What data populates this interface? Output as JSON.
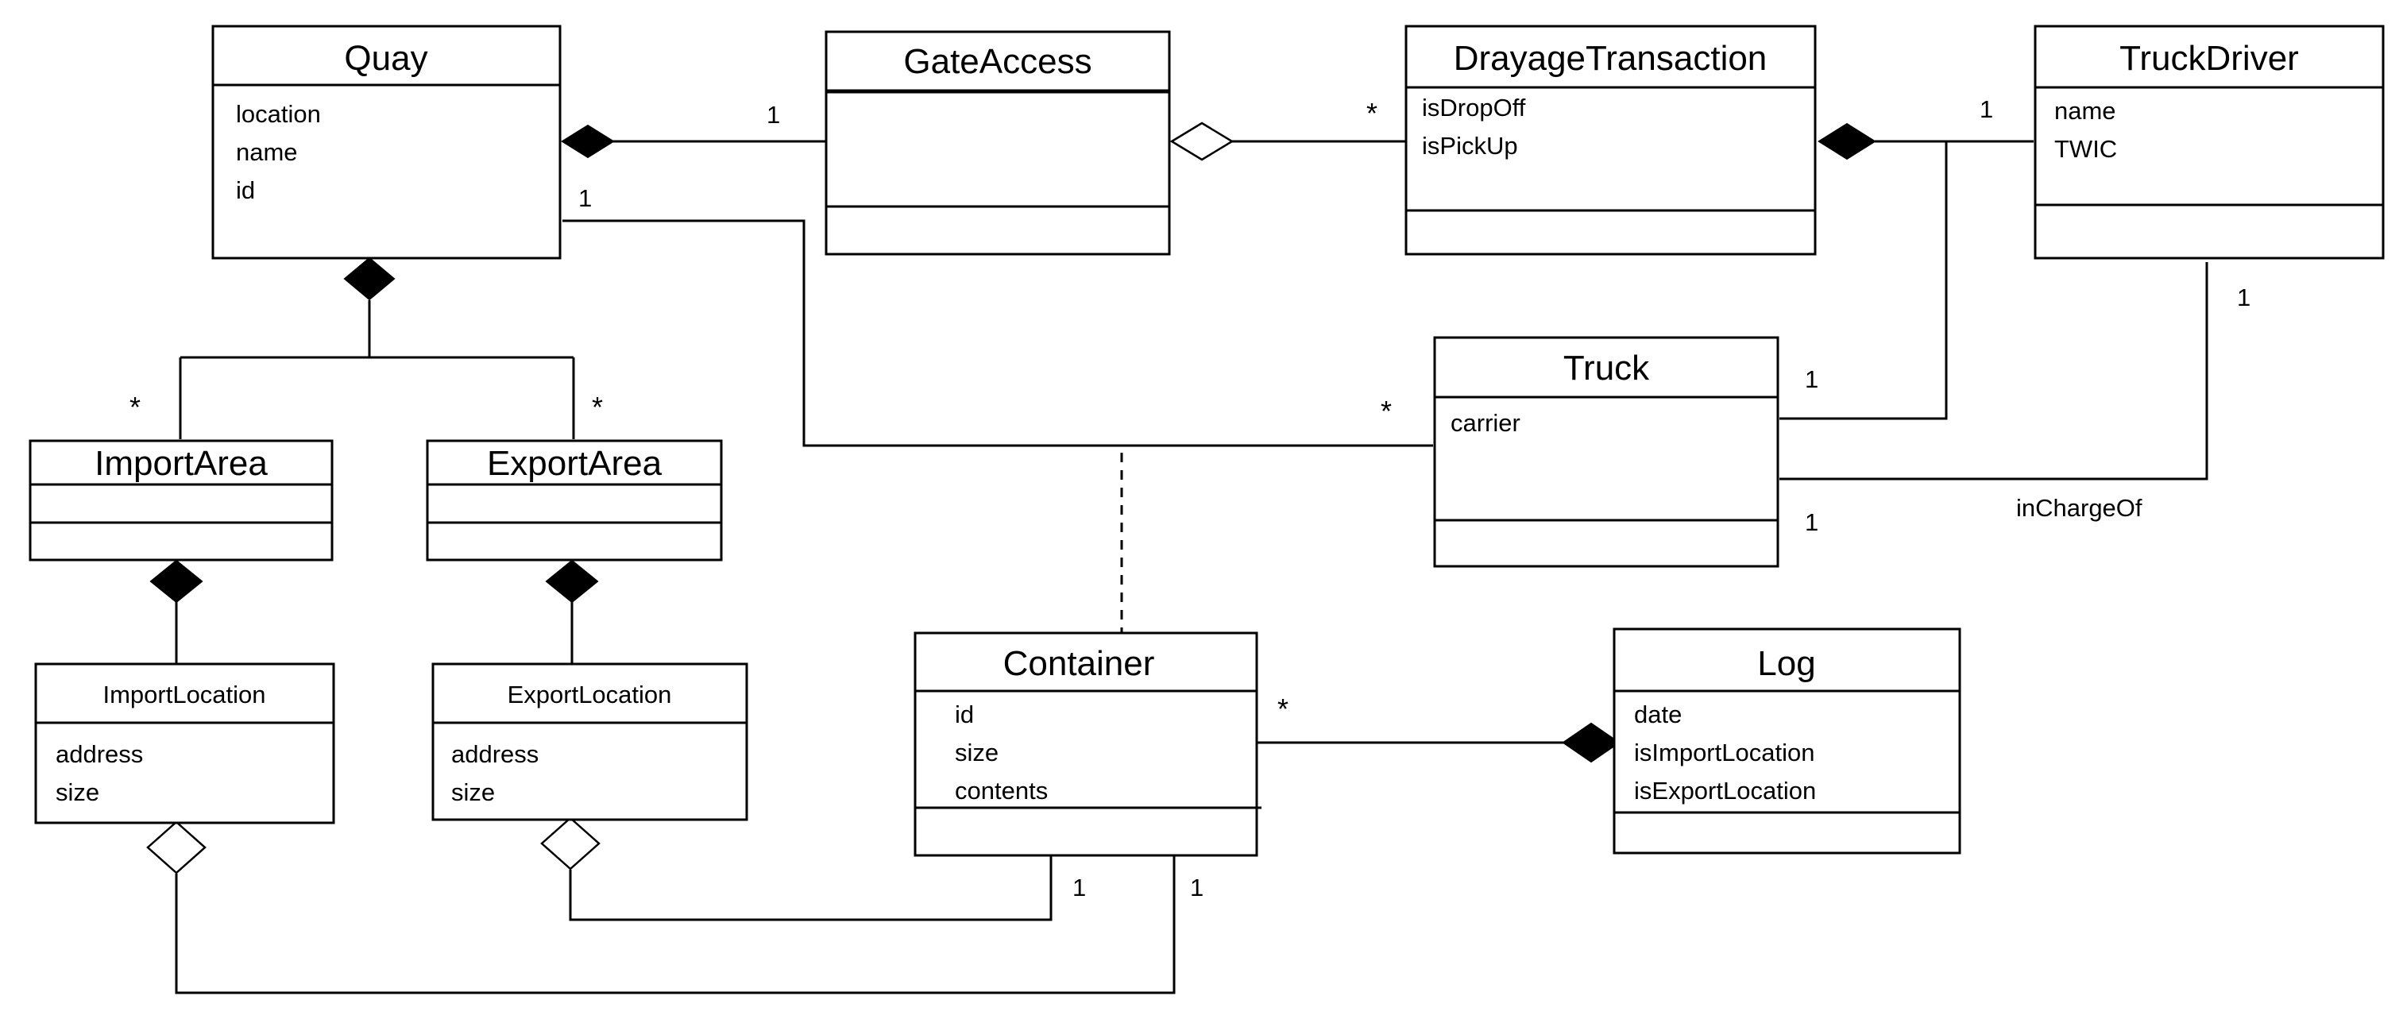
{
  "classes": {
    "quay": {
      "name": "Quay",
      "attributes": [
        "location",
        "name",
        "id"
      ]
    },
    "gate_access": {
      "name": "GateAccess",
      "attributes": []
    },
    "drayage_transaction": {
      "name": "DrayageTransaction",
      "attributes": [
        "isDropOff",
        "isPickUp"
      ]
    },
    "truck_driver": {
      "name": "TruckDriver",
      "attributes": [
        "name",
        "TWIC"
      ]
    },
    "truck": {
      "name": "Truck",
      "attributes": [
        "carrier"
      ]
    },
    "import_area": {
      "name": "ImportArea",
      "attributes": []
    },
    "export_area": {
      "name": "ExportArea",
      "attributes": []
    },
    "import_location": {
      "name": "ImportLocation",
      "attributes": [
        "address",
        "size"
      ]
    },
    "export_location": {
      "name": "ExportLocation",
      "attributes": [
        "address",
        "size"
      ]
    },
    "container": {
      "name": "Container",
      "attributes": [
        "id",
        "size",
        "contents"
      ]
    },
    "log": {
      "name": "Log",
      "attributes": [
        "date",
        "isImportLocation",
        "isExportLocation"
      ]
    }
  },
  "multiplicities": {
    "quay_gate_one": "1",
    "gate_drayage_many": "*",
    "drayage_driver_one": "1",
    "quay_truck_one": "1",
    "quay_truck_many": "*",
    "quay_import_many": "*",
    "quay_export_many": "*",
    "truck_drayage_one": "1",
    "truck_driver_one": "1",
    "driver_truck_one": "1",
    "container_log_many": "*",
    "container_export_loc_one": "1",
    "container_import_loc_one": "1"
  },
  "roles": {
    "in_charge_of": "inChargeOf"
  }
}
